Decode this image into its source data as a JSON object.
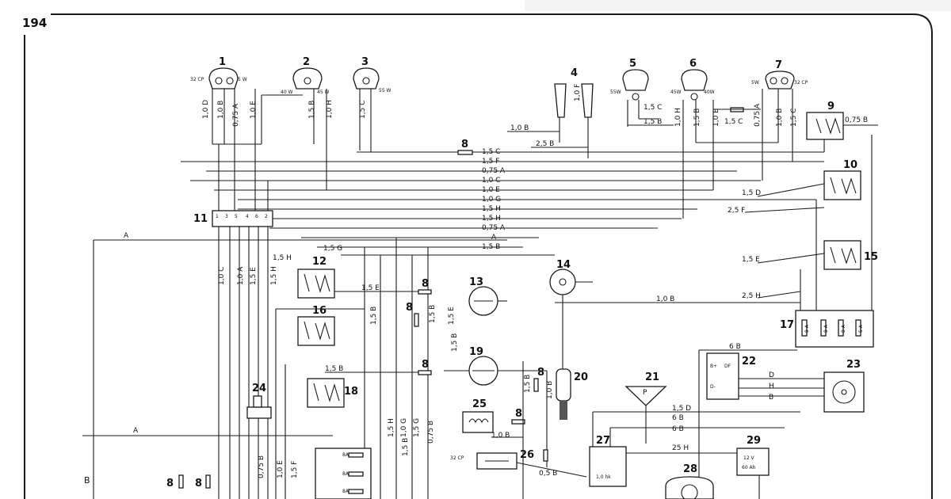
{
  "page_number": "194",
  "components": [
    {
      "id": "c1",
      "number": "1"
    },
    {
      "id": "c2",
      "number": "2"
    },
    {
      "id": "c3",
      "number": "3"
    },
    {
      "id": "c4",
      "number": "4"
    },
    {
      "id": "c5",
      "number": "5"
    },
    {
      "id": "c6",
      "number": "6"
    },
    {
      "id": "c7",
      "number": "7"
    },
    {
      "id": "c8a",
      "number": "8"
    },
    {
      "id": "c9",
      "number": "9"
    },
    {
      "id": "c10",
      "number": "10"
    },
    {
      "id": "c11",
      "number": "11"
    },
    {
      "id": "c12",
      "number": "12"
    },
    {
      "id": "c13",
      "number": "13"
    },
    {
      "id": "c14",
      "number": "14"
    },
    {
      "id": "c15",
      "number": "15"
    },
    {
      "id": "c16",
      "number": "16"
    },
    {
      "id": "c17a",
      "number": "17"
    },
    {
      "id": "c18",
      "number": "18"
    },
    {
      "id": "c19",
      "number": "19"
    },
    {
      "id": "c20",
      "number": "20"
    },
    {
      "id": "c21",
      "number": "21"
    },
    {
      "id": "c22",
      "number": "22"
    },
    {
      "id": "c23",
      "number": "23"
    },
    {
      "id": "c24",
      "number": "24"
    },
    {
      "id": "c25",
      "number": "25"
    },
    {
      "id": "c26",
      "number": "26"
    },
    {
      "id": "c27",
      "number": "27"
    },
    {
      "id": "c28",
      "number": "28"
    },
    {
      "id": "c29",
      "number": "29"
    },
    {
      "id": "c17b",
      "number": "17"
    },
    {
      "id": "c8b",
      "number": "8"
    },
    {
      "id": "c8c",
      "number": "8"
    },
    {
      "id": "c8d",
      "number": "8"
    },
    {
      "id": "c8e",
      "number": "8"
    },
    {
      "id": "c8f",
      "number": "8"
    },
    {
      "id": "c8g",
      "number": "8"
    },
    {
      "id": "c8h",
      "number": "8"
    }
  ],
  "lamp_ratings": {
    "l1_left": "32 CP",
    "l1_right": "5 W",
    "l2_left": "40 W",
    "l2_right": "45 W",
    "l3": "55 W",
    "l5": "55W",
    "l6_left": "45W",
    "l6_right": "40W",
    "l7_left": "5W",
    "l7_right": "32 CP",
    "l26": "32 CP"
  },
  "bus_labels": [
    "1,5 C",
    "1,5 F",
    "0,75 A",
    "1,0 C",
    "1,0 E",
    "1,0 G",
    "1,5 H",
    "1,5 H",
    "0,75 A",
    "A",
    "1,5 B"
  ],
  "wire_labels": {
    "top1": [
      "1,0 D",
      "1,0 B",
      "0,75 A",
      "1,0 E"
    ],
    "top2": [
      "1,5 B",
      "1,0 H"
    ],
    "top3": "1,5 C",
    "top4": "1,0 F",
    "w_10b": "1,0 B",
    "w_25b": "2,5 B",
    "w5c": "1,5 C",
    "w5b": "1,5 B",
    "top6": [
      "1,0 H",
      "1,5 B",
      "1,0 E"
    ],
    "w6c": "1,5 C",
    "top7": [
      "0,75 A",
      "1,0 B",
      "1,5 C"
    ],
    "w9b": "0,75 B",
    "w15d": "1,5 D",
    "w25f": "2,5 F",
    "w15e": "1,5 E",
    "w10b_r": "1,0 B",
    "w25h": "2,5 H",
    "wA": "A",
    "w15g": "1,5 G",
    "w15h": "1,5 H",
    "w15e_b": "1,5 E",
    "left_col": [
      "1,0 C",
      "1,0 A",
      "1,5 E",
      "1,5 H"
    ],
    "w15b_v": "1,5 B",
    "w15e_v": "1,5 E",
    "w15b_v2": "1,5 B",
    "w15b_v3": "1,5 B",
    "w15b_18": "1,5 B",
    "w10b_20": "1,0 B",
    "w15b_19": "1,5 B",
    "w15d_r": "1,5 D",
    "w6b_a": "6 B",
    "w6b_b": "6 B",
    "w25h_b": "25 H",
    "w6b_22": "6 B",
    "w22": [
      "D",
      "H",
      "B"
    ],
    "w10b_25": "1,0 B",
    "w05b": "0,5 B",
    "wA_low": "A",
    "low_col": [
      "1,5 H",
      "1,0 G",
      "1,5 G",
      "1,5 B",
      "0,75 B"
    ],
    "low_left": [
      "0,75 B",
      "1,0 E",
      "1,5 F"
    ],
    "wB_far": "B"
  },
  "fuse_box_17": [
    "8 A",
    "8 A",
    "8 A",
    "5 A"
  ],
  "fuse_box_17b": [
    "8A",
    "8A",
    "8A"
  ],
  "regulator_22": {
    "b": "B+",
    "df": "DF",
    "d": "D-"
  },
  "gauge_21": "P",
  "horn_27": "1,0 hk",
  "battery_29": {
    "volts": "12 V",
    "capacity": "60 Ah"
  },
  "connector_10": [
    "1",
    "3",
    "5",
    "4",
    "6",
    "2"
  ]
}
